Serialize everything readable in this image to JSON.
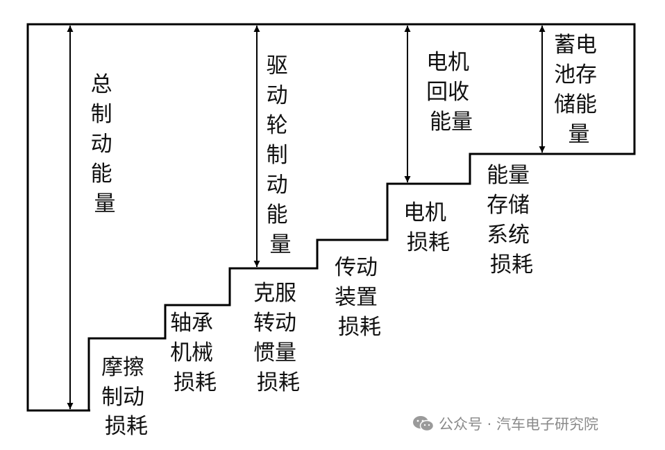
{
  "diagram": {
    "total_braking_energy": [
      "总",
      "制",
      "动",
      "能",
      "量"
    ],
    "drive_wheel_braking_energy": [
      "驱",
      "动",
      "轮",
      "制",
      "动",
      "能",
      "量"
    ],
    "motor_recovered_energy": [
      "电机",
      "回收",
      "能量"
    ],
    "battery_stored_energy": [
      "蓄电",
      "池存",
      "储能",
      "量"
    ],
    "losses": [
      {
        "lines": [
          "摩擦",
          "制动",
          "损耗"
        ]
      },
      {
        "lines": [
          "轴承",
          "机械",
          "损耗"
        ]
      },
      {
        "lines": [
          "克服",
          "转动",
          "惯量",
          "损耗"
        ]
      },
      {
        "lines": [
          "传动",
          "装置",
          "损耗"
        ]
      },
      {
        "lines": [
          "电机",
          "损耗"
        ]
      },
      {
        "lines": [
          "能量",
          "存储",
          "系统",
          "损耗"
        ]
      }
    ]
  },
  "watermark": {
    "text": "公众号 · 汽车电子研究院",
    "icon": "wechat-icon"
  }
}
